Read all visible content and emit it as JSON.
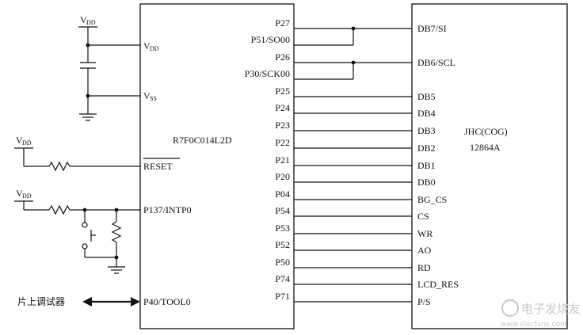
{
  "mcu": {
    "name": "R7F0C014L2D",
    "left_pins": {
      "vdd": "V",
      "vdd_sub": "DD",
      "vss": "V",
      "vss_sub": "SS",
      "reset": "RESET",
      "p137": "P137/INTP0",
      "p40": "P40/TOOL0"
    },
    "right_pins": [
      "P27",
      "P51/SO00",
      "P26",
      "P30/SCK00",
      "P25",
      "P24",
      "P23",
      "P22",
      "P21",
      "P20",
      "P04",
      "P54",
      "P53",
      "P52",
      "P50",
      "P74",
      "P71"
    ]
  },
  "lcd": {
    "name_line1": "JHC(COG)",
    "name_line2": "12864A",
    "pins": [
      "DB7/SI",
      "DB6/SCL",
      "DB5",
      "DB4",
      "DB3",
      "DB2",
      "DB1",
      "DB0",
      "BG_CS",
      "CS",
      "WR",
      "AO",
      "RD",
      "LCD_RES",
      "P/S"
    ]
  },
  "supply": {
    "v": "V",
    "sub": "DD"
  },
  "debugger_label": "片上调试器",
  "watermark": {
    "text": "电子发烧友",
    "url": "www.elecfans.com"
  }
}
